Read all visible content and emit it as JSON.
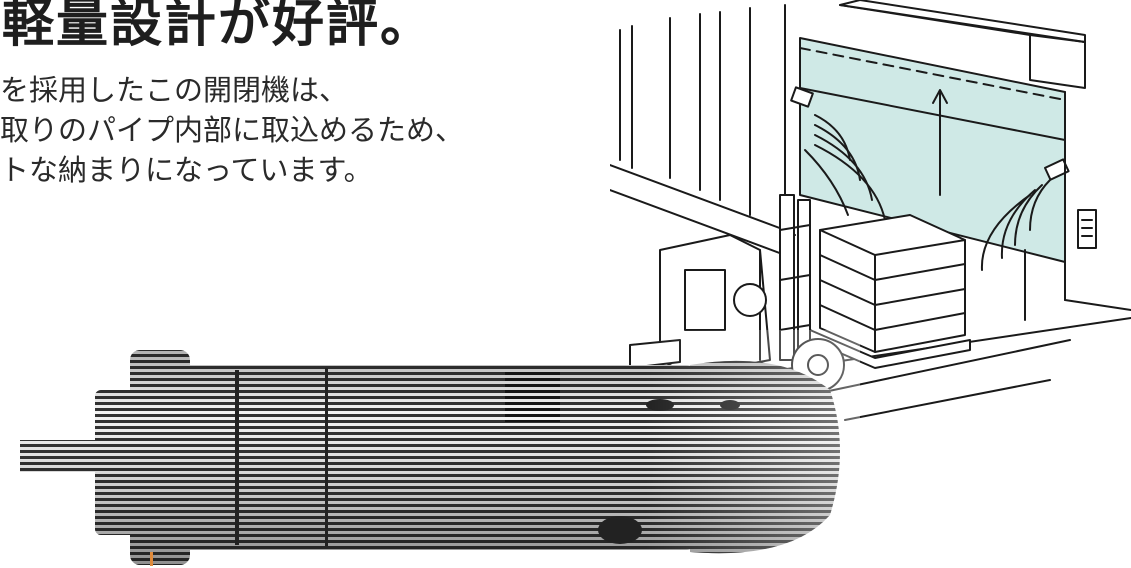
{
  "headline": "軽量設計が好評。",
  "body": {
    "line1": "を採用したこの開閉機は、",
    "line2": "取りのパイプ内部に取込めるため、",
    "line3": "トな納まりになっています。"
  },
  "colors": {
    "curtain": "#cfe9e6",
    "line": "#1a1a1a",
    "background": "#ffffff"
  },
  "icons": {
    "illustration": "forklift-door-illustration",
    "motor": "tubular-motor-image"
  }
}
